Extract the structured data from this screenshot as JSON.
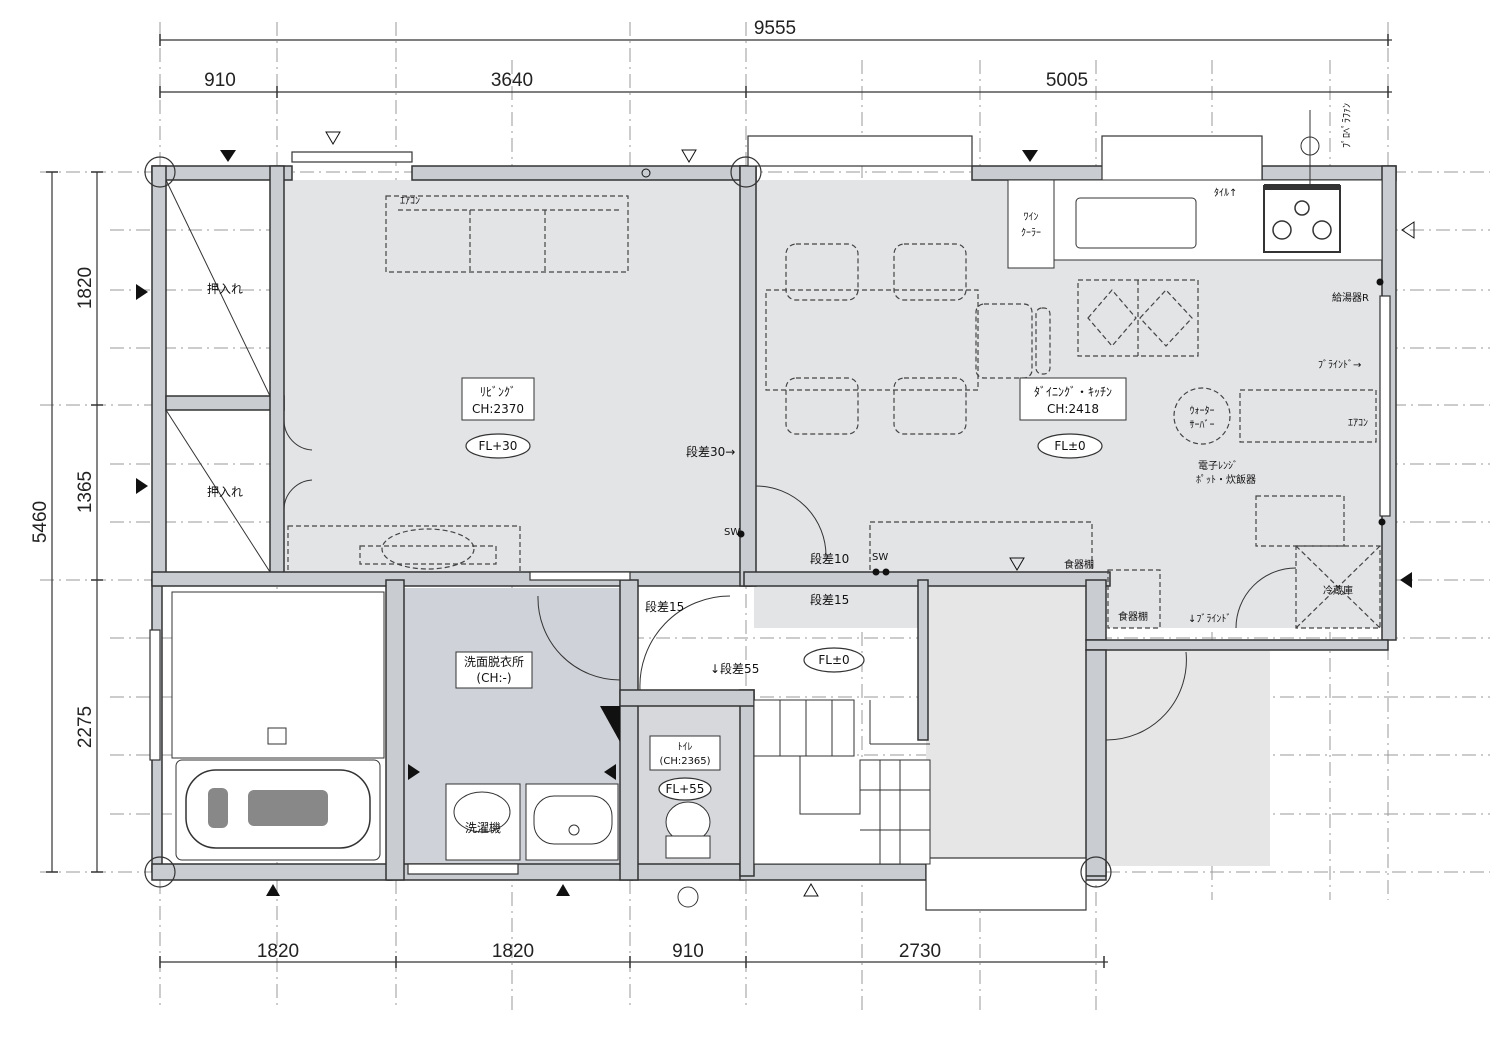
{
  "dimensions": {
    "total_width": "9555",
    "top_segments": [
      "910",
      "3640",
      "5005"
    ],
    "bottom_segments": [
      "1820",
      "1820",
      "910",
      "2730"
    ],
    "total_depth": "5460",
    "left_segments": [
      "1820",
      "1365",
      "2275"
    ]
  },
  "rooms": {
    "oshiire_top": "押入れ",
    "oshiire_bottom": "押入れ",
    "living": {
      "name": "ﾘﾋﾞﾝｸﾞ",
      "ceiling": "CH:2370",
      "floor": "FL+30"
    },
    "dining_kitchen": {
      "name": "ﾀﾞｲﾆﾝｸﾞ・ｷｯﾁﾝ",
      "ceiling": "CH:2418",
      "floor": "FL±0"
    },
    "washroom": {
      "name": "洗面脱衣所",
      "ceiling": "(CH:-)"
    },
    "toilet": {
      "name": "ﾄｲﾚ",
      "ceiling": "(CH:2365)",
      "floor": "FL+55"
    },
    "hall": {
      "floor": "FL±0"
    }
  },
  "annotations": {
    "aircon_living": "ｴｱｺﾝ",
    "aircon_kitchen": "ｴｱｺﾝ",
    "wine_cooler_1": "ﾜｲﾝ",
    "wine_cooler_2": "ｸｰﾗｰ",
    "tile": "ﾀｲﾙ↑",
    "range_hood": "ﾌﾟﾛﾍﾟﾗﾌｧﾝ",
    "water_heater": "給湯器R",
    "blind_right": "ﾌﾞﾗｲﾝﾄﾞ→",
    "water_server_1": "ｳｫｰﾀｰ",
    "water_server_2": "ｻｰﾊﾞｰ",
    "microwave": "電子ﾚﾝｼﾞ",
    "pot_rice": "ﾎﾟｯﾄ・炊飯器",
    "fridge": "冷蔵庫",
    "cupboard_top": "食器棚",
    "cupboard_bottom": "食器棚",
    "blind_bottom": "↓ﾌﾞﾗｲﾝﾄﾞ",
    "step30": "段差30→",
    "step10": "段差10",
    "step15_a": "段差15",
    "step15_b": "段差15",
    "step55": "↓段差55",
    "sw_1": "SW",
    "sw_2": "SW",
    "washer": "洗濯機"
  },
  "colors": {
    "floor_main": "#e3e4e6",
    "floor_wash": "#cfd2d8",
    "floor_hall": "#e8e8e8",
    "wall": "#c9ccd0",
    "line": "#333333"
  }
}
